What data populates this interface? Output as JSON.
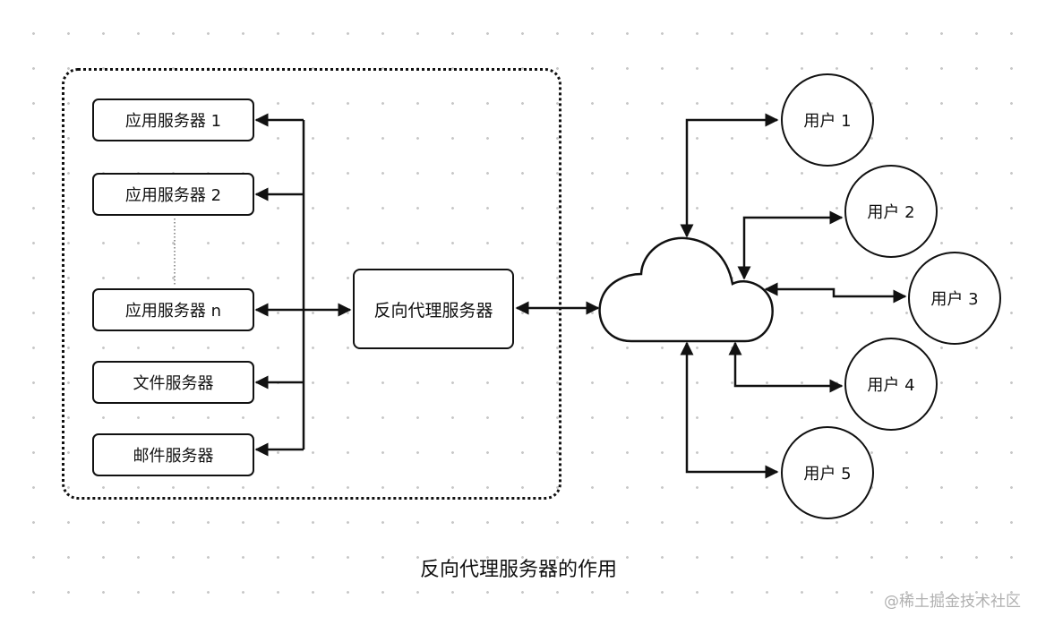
{
  "servers": [
    {
      "label": "应用服务器 1"
    },
    {
      "label": "应用服务器 2"
    },
    {
      "label": "应用服务器 n"
    },
    {
      "label": "文件服务器"
    },
    {
      "label": "邮件服务器"
    }
  ],
  "proxy": {
    "label": "反向代理服务器"
  },
  "users": [
    {
      "label": "用户 1"
    },
    {
      "label": "用户 2"
    },
    {
      "label": "用户 3"
    },
    {
      "label": "用户 4"
    },
    {
      "label": "用户 5"
    }
  ],
  "caption": "反向代理服务器的作用",
  "watermark": "@稀土掘金技术社区"
}
